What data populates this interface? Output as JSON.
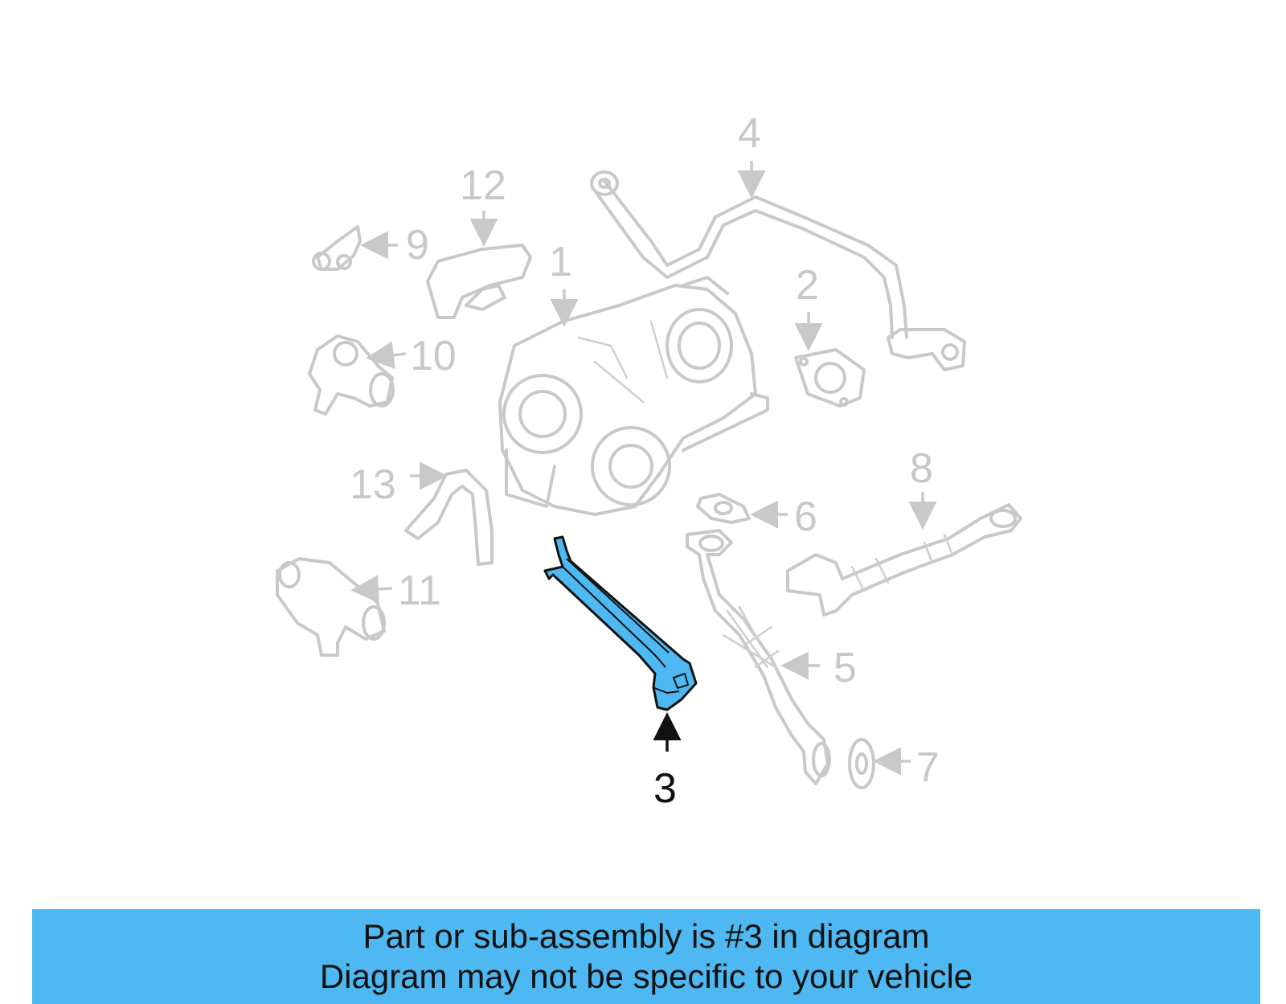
{
  "diagram": {
    "highlighted_part": "3",
    "highlight_color": "#4db8f1",
    "callouts": [
      {
        "id": "c1",
        "label": "1"
      },
      {
        "id": "c2",
        "label": "2"
      },
      {
        "id": "c3",
        "label": "3"
      },
      {
        "id": "c4",
        "label": "4"
      },
      {
        "id": "c5",
        "label": "5"
      },
      {
        "id": "c6",
        "label": "6"
      },
      {
        "id": "c7",
        "label": "7"
      },
      {
        "id": "c8",
        "label": "8"
      },
      {
        "id": "c9",
        "label": "9"
      },
      {
        "id": "c10",
        "label": "10"
      },
      {
        "id": "c11",
        "label": "11"
      },
      {
        "id": "c12",
        "label": "12"
      },
      {
        "id": "c13",
        "label": "13"
      }
    ]
  },
  "banner": {
    "line1": "Part or sub-assembly is #3 in diagram",
    "line2": "Diagram may not be specific to your vehicle",
    "background": "#4db8f1"
  }
}
